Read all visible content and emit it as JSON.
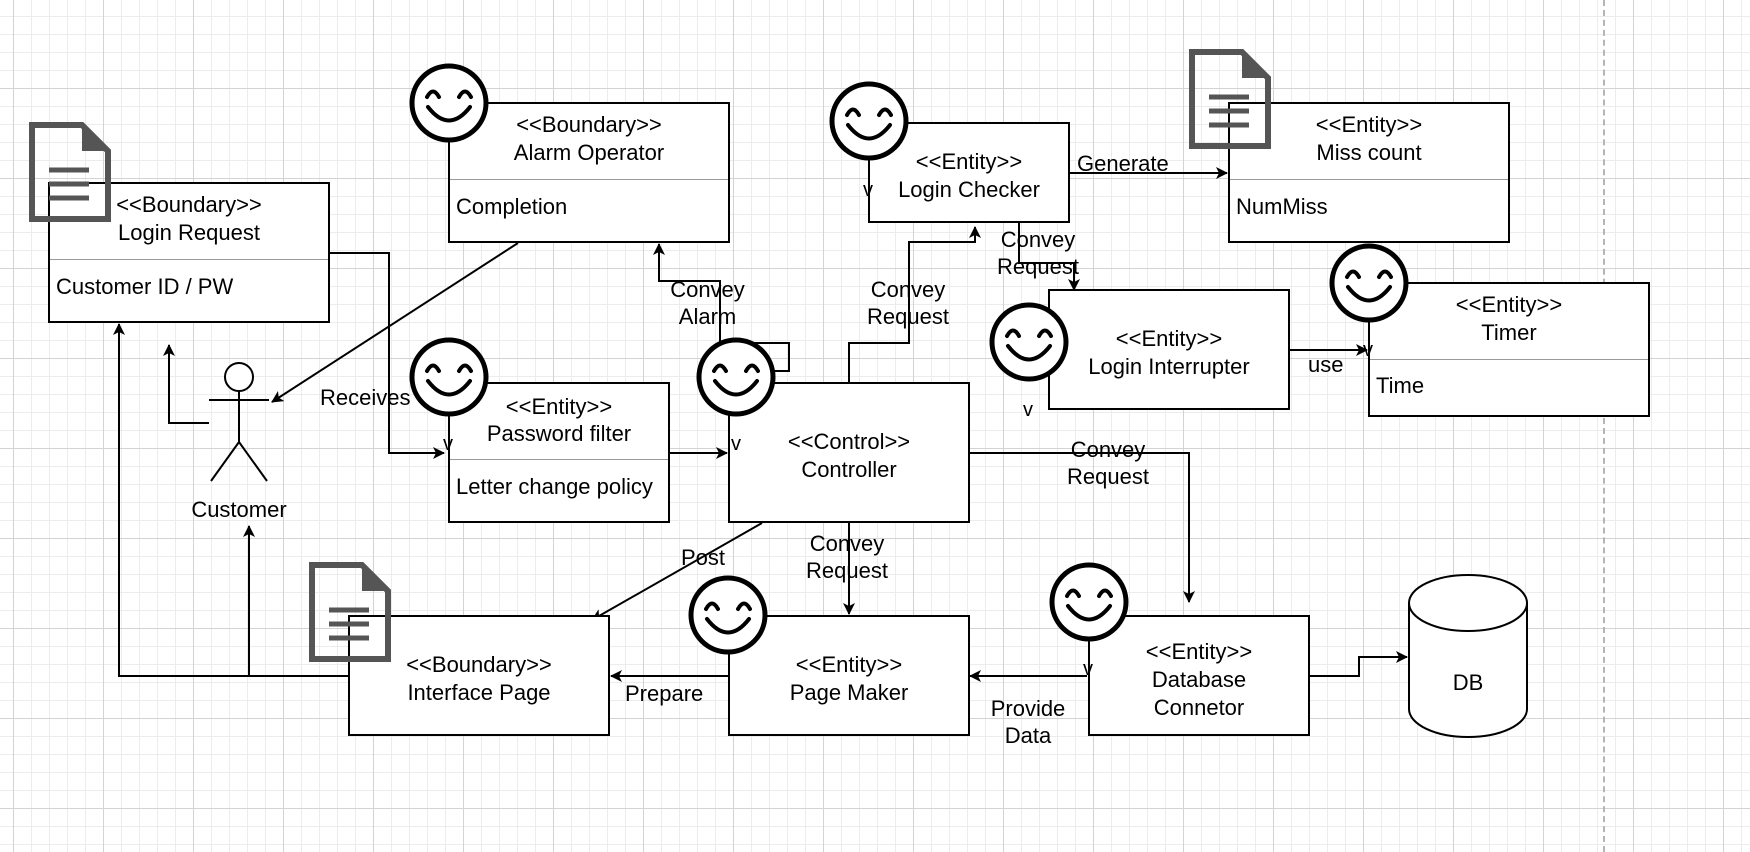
{
  "boxes": {
    "login_request": {
      "stereotype": "<<Boundary>>",
      "name": "Login Request",
      "attribute": "Customer ID / PW"
    },
    "alarm_operator": {
      "stereotype": "<<Boundary>>",
      "name": "Alarm Operator",
      "attribute": "Completion"
    },
    "login_checker": {
      "stereotype": "<<Entity>>",
      "name": "Login Checker"
    },
    "miss_count": {
      "stereotype": "<<Entity>>",
      "name": "Miss count",
      "attribute": "NumMiss"
    },
    "login_interrupter": {
      "stereotype": "<<Entity>>",
      "name": "Login Interrupter"
    },
    "timer": {
      "stereotype": "<<Entity>>",
      "name": "Timer",
      "attribute": "Time"
    },
    "password_filter": {
      "stereotype": "<<Entity>>",
      "name": "Password filter",
      "attribute": "Letter change policy"
    },
    "controller": {
      "stereotype": "<<Control>>",
      "name": "Controller"
    },
    "interface_page": {
      "stereotype": "<<Boundary>>",
      "name": "Interface Page"
    },
    "page_maker": {
      "stereotype": "<<Entity>>",
      "name": "Page Maker"
    },
    "database_connector": {
      "stereotype": "<<Entity>>",
      "name": "Database",
      "name2": "Connetor"
    },
    "db": {
      "name": "DB"
    }
  },
  "actor": {
    "name": "Customer"
  },
  "edge_labels": {
    "generate": "Generate",
    "convey_request_checker": {
      "l1": "Convey",
      "l2": "Request"
    },
    "convey_request_interrupter": {
      "l1": "Convey",
      "l2": "Request"
    },
    "convey_alarm": {
      "l1": "Convey",
      "l2": "Alarm"
    },
    "use": "use",
    "receives": "Receives",
    "convey_request_db": {
      "l1": "Convey",
      "l2": "Request"
    },
    "post": "Post",
    "convey_request_page": {
      "l1": "Convey",
      "l2": "Request"
    },
    "prepare": "Prepare",
    "provide_data": {
      "l1": "Provide",
      "l2": "Data"
    }
  },
  "markers": {
    "v": "v"
  },
  "icons": {
    "document": "document-icon",
    "smiley": "smiley-icon",
    "actor": "stick-figure-icon",
    "database": "database-cylinder-icon"
  },
  "colors": {
    "line": "#000000",
    "icon_gray": "#555555",
    "grid": "#d3d3d3",
    "page_edge": "#b5b5b5"
  }
}
